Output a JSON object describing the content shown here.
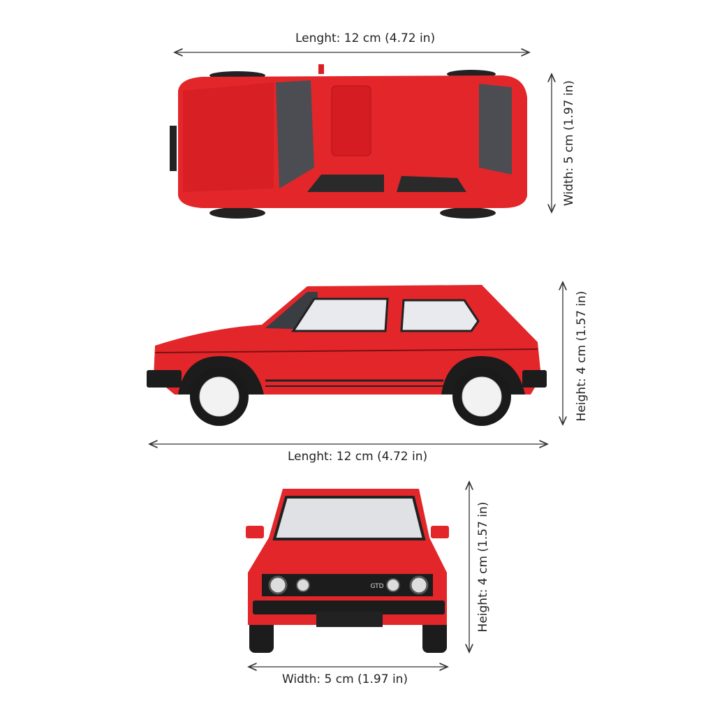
{
  "colors": {
    "body": "#e3262a",
    "body_dark": "#b8141a",
    "trim": "#1c1c1c",
    "glass": "#5a5d62",
    "line": "#333333"
  },
  "top_view": {
    "length_label": "Lenght: 12 cm (4.72 in)",
    "width_label": "Width: 5 cm (1.97 in)"
  },
  "side_view": {
    "height_label": "Height: 4 cm (1.57 in)",
    "length_label": "Lenght: 12 cm (4.72 in)"
  },
  "front_view": {
    "height_label": "Height: 4 cm (1.57 in)",
    "width_label": "Width: 5 cm (1.97 in)",
    "badge_logo": "GTD"
  }
}
